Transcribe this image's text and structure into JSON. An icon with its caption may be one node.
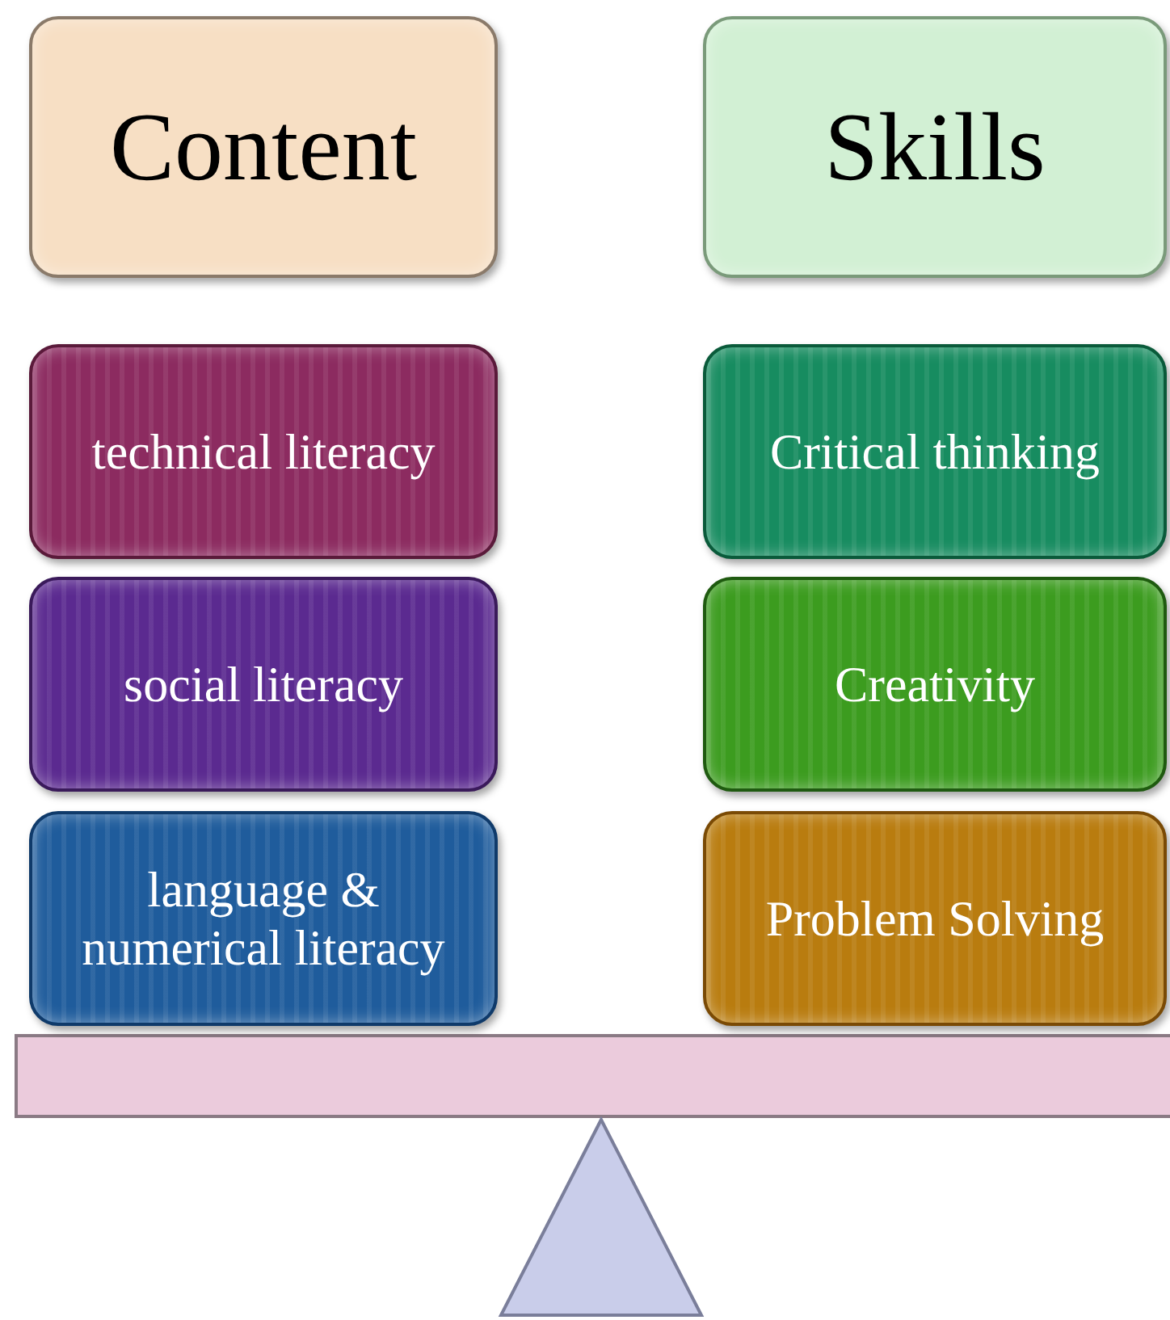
{
  "diagram": {
    "nodes": [
      {
        "text": [
          "Content"
        ]
      },
      {
        "text": [
          "Skills"
        ]
      },
      {
        "text": [
          "technical literacy"
        ]
      },
      {
        "text": [
          "Critical thinking"
        ]
      },
      {
        "text": [
          "social literacy"
        ]
      },
      {
        "text": [
          "Creativity"
        ]
      },
      {
        "text": [
          "language & numerical literacy"
        ]
      },
      {
        "text": [
          "Problem Solving"
        ]
      },
      {
        "text": [],
        "shape": "bar"
      },
      {
        "text": [],
        "shape": "triangle"
      }
    ]
  }
}
